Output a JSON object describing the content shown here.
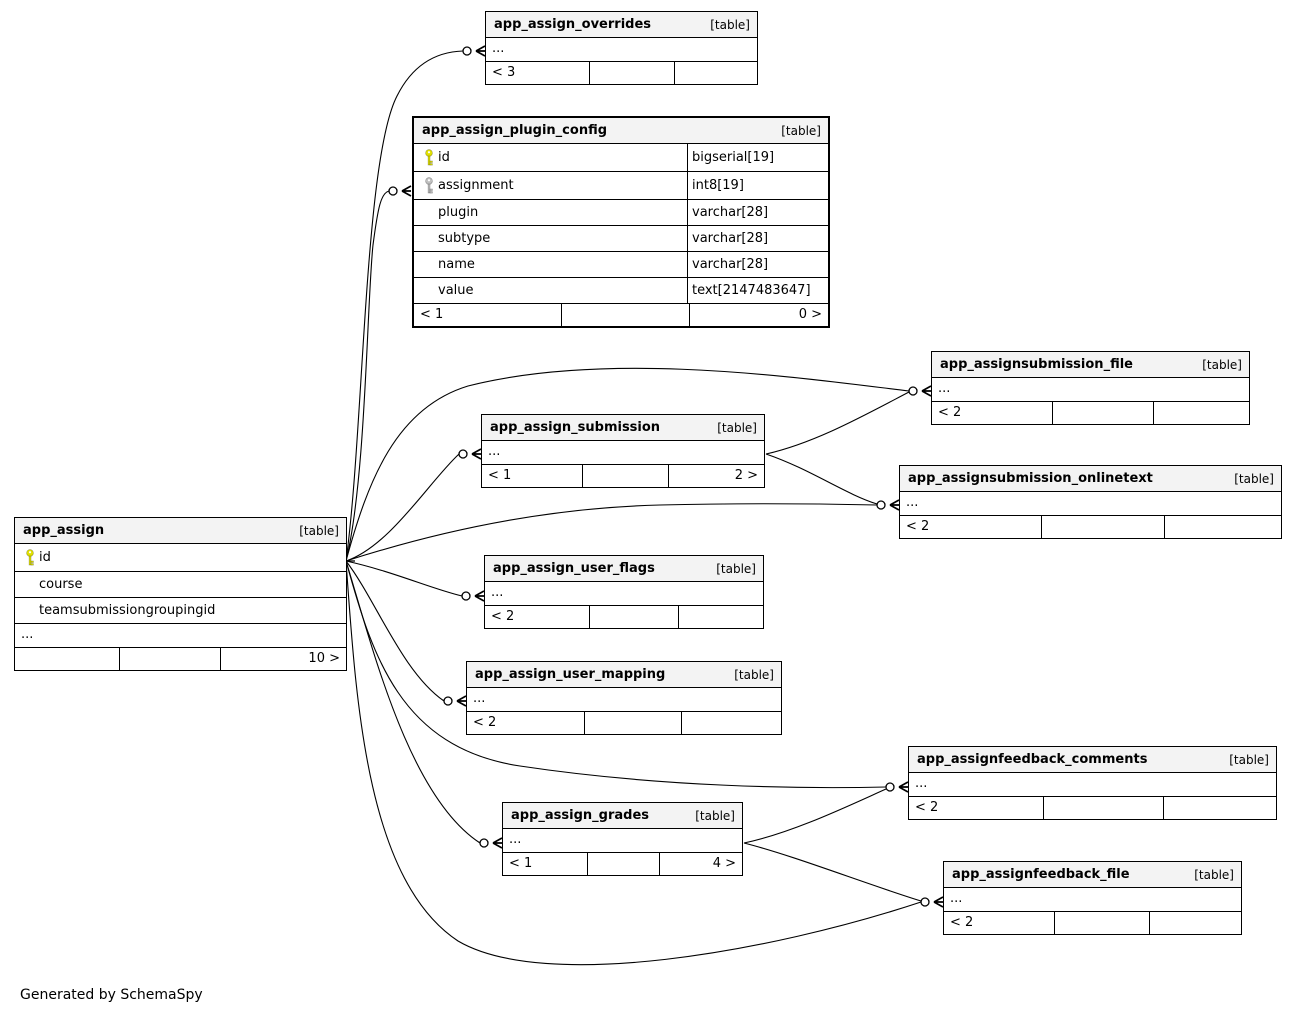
{
  "generator_note": "Generated by SchemaSpy",
  "colors": {
    "primary_key": "#e0e000",
    "foreign_key": "#c0c0c0",
    "header_bg": "#f3f3f3",
    "line": "#000000"
  },
  "tables": {
    "app_assign": {
      "name": "app_assign",
      "tag": "[table]",
      "columns": [
        {
          "name": "id",
          "key": "primary"
        },
        {
          "name": "course",
          "key": ""
        },
        {
          "name": "teamsubmissiongroupingid",
          "key": ""
        }
      ],
      "ellipsis": "...",
      "footer": {
        "left": "",
        "mid": "",
        "right": "10 >"
      }
    },
    "app_assign_overrides": {
      "name": "app_assign_overrides",
      "tag": "[table]",
      "ellipsis": "...",
      "footer": {
        "left": "< 3",
        "mid": "",
        "right": ""
      }
    },
    "app_assign_plugin_config": {
      "name": "app_assign_plugin_config",
      "tag": "[table]",
      "columns": [
        {
          "name": "id",
          "type": "bigserial[19]",
          "key": "primary"
        },
        {
          "name": "assignment",
          "type": "int8[19]",
          "key": "foreign"
        },
        {
          "name": "plugin",
          "type": "varchar[28]",
          "key": ""
        },
        {
          "name": "subtype",
          "type": "varchar[28]",
          "key": ""
        },
        {
          "name": "name",
          "type": "varchar[28]",
          "key": ""
        },
        {
          "name": "value",
          "type": "text[2147483647]",
          "key": ""
        }
      ],
      "footer": {
        "left": "< 1",
        "mid": "",
        "right": "0 >"
      }
    },
    "app_assign_submission": {
      "name": "app_assign_submission",
      "tag": "[table]",
      "ellipsis": "...",
      "footer": {
        "left": "< 1",
        "mid": "",
        "right": "2 >"
      }
    },
    "app_assignsubmission_file": {
      "name": "app_assignsubmission_file",
      "tag": "[table]",
      "ellipsis": "...",
      "footer": {
        "left": "< 2",
        "mid": "",
        "right": ""
      }
    },
    "app_assignsubmission_onlinetext": {
      "name": "app_assignsubmission_onlinetext",
      "tag": "[table]",
      "ellipsis": "...",
      "footer": {
        "left": "< 2",
        "mid": "",
        "right": ""
      }
    },
    "app_assign_user_flags": {
      "name": "app_assign_user_flags",
      "tag": "[table]",
      "ellipsis": "...",
      "footer": {
        "left": "< 2",
        "mid": "",
        "right": ""
      }
    },
    "app_assign_user_mapping": {
      "name": "app_assign_user_mapping",
      "tag": "[table]",
      "ellipsis": "...",
      "footer": {
        "left": "< 2",
        "mid": "",
        "right": ""
      }
    },
    "app_assignfeedback_comments": {
      "name": "app_assignfeedback_comments",
      "tag": "[table]",
      "ellipsis": "...",
      "footer": {
        "left": "< 2",
        "mid": "",
        "right": ""
      }
    },
    "app_assign_grades": {
      "name": "app_assign_grades",
      "tag": "[table]",
      "ellipsis": "...",
      "footer": {
        "left": "< 1",
        "mid": "",
        "right": "4 >"
      }
    },
    "app_assignfeedback_file": {
      "name": "app_assignfeedback_file",
      "tag": "[table]",
      "ellipsis": "...",
      "footer": {
        "left": "< 2",
        "mid": "",
        "right": ""
      }
    }
  },
  "relationships": [
    {
      "from": "app_assign.id",
      "to": "app_assign_overrides"
    },
    {
      "from": "app_assign.id",
      "to": "app_assign_plugin_config.assignment"
    },
    {
      "from": "app_assign.id",
      "to": "app_assign_submission"
    },
    {
      "from": "app_assign.id",
      "to": "app_assignsubmission_file"
    },
    {
      "from": "app_assign.id",
      "to": "app_assignsubmission_onlinetext"
    },
    {
      "from": "app_assign.id",
      "to": "app_assign_user_flags"
    },
    {
      "from": "app_assign.id",
      "to": "app_assign_user_mapping"
    },
    {
      "from": "app_assign.id",
      "to": "app_assignfeedback_comments"
    },
    {
      "from": "app_assign.id",
      "to": "app_assign_grades"
    },
    {
      "from": "app_assign.id",
      "to": "app_assignfeedback_file"
    },
    {
      "from": "app_assign_submission",
      "to": "app_assignsubmission_file"
    },
    {
      "from": "app_assign_submission",
      "to": "app_assignsubmission_onlinetext"
    },
    {
      "from": "app_assign_grades",
      "to": "app_assignfeedback_comments"
    },
    {
      "from": "app_assign_grades",
      "to": "app_assignfeedback_file"
    }
  ]
}
